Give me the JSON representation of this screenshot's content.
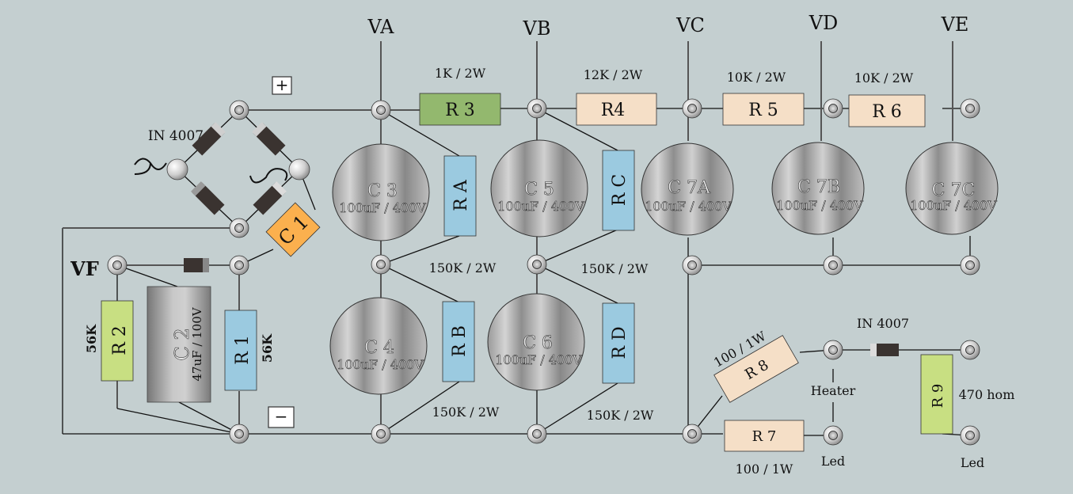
{
  "rails": {
    "va": "VA",
    "vb": "VB",
    "vc": "VC",
    "vd": "VD",
    "ve": "VE",
    "vf": "VF"
  },
  "polarity": {
    "plus": "+",
    "minus": "−"
  },
  "bridge": {
    "diode_label": "IN 4007",
    "ac_symbol": "∿"
  },
  "capacitors": {
    "c1": {
      "name": "C 1"
    },
    "c2": {
      "name": "C 2",
      "value": "47uF / 100V"
    },
    "c3": {
      "name": "C 3",
      "value": "100uF / 400V"
    },
    "c4": {
      "name": "C 4",
      "value": "100uF / 400V"
    },
    "c5": {
      "name": "C 5",
      "value": "100uF / 400V"
    },
    "c6": {
      "name": "C 6",
      "value": "100uF / 400V"
    },
    "c7a": {
      "name": "C 7A",
      "value": "100uF / 400V"
    },
    "c7b": {
      "name": "C 7B",
      "value": "100uF / 400V"
    },
    "c7c": {
      "name": "C 7C",
      "value": "100uF / 400V"
    }
  },
  "resistors": {
    "r1": {
      "name": "R 1",
      "value": "56K"
    },
    "r2": {
      "name": "R 2",
      "value": "56K"
    },
    "r3": {
      "name": "R 3",
      "value": "1K / 2W"
    },
    "r4": {
      "name": "R4",
      "value": "12K / 2W"
    },
    "r5": {
      "name": "R 5",
      "value": "10K / 2W"
    },
    "r6": {
      "name": "R 6",
      "value": "10K / 2W"
    },
    "r7": {
      "name": "R 7",
      "value": "100 / 1W"
    },
    "r8": {
      "name": "R 8",
      "value": "100 / 1W"
    },
    "r9": {
      "name": "R 9",
      "value": "470 hom"
    },
    "ra": {
      "name": "R A",
      "value": "150K / 2W"
    },
    "rb": {
      "name": "R B",
      "value": "150K / 2W"
    },
    "rc": {
      "name": "R C",
      "value": "150K / 2W"
    },
    "rd": {
      "name": "R D",
      "value": "150K / 2W"
    }
  },
  "outputs": {
    "heater": "Heater",
    "led_left": "Led",
    "led_right": "Led",
    "diode_label": "IN 4007"
  },
  "colors": {
    "background": "#c4cfd0",
    "r3": "#93b86e",
    "beige": "#f5dfc7",
    "blue": "#9bcae0",
    "green_light": "#c8df82",
    "c1_orange": "#fbb04e",
    "diode_body": "#3a3330"
  }
}
